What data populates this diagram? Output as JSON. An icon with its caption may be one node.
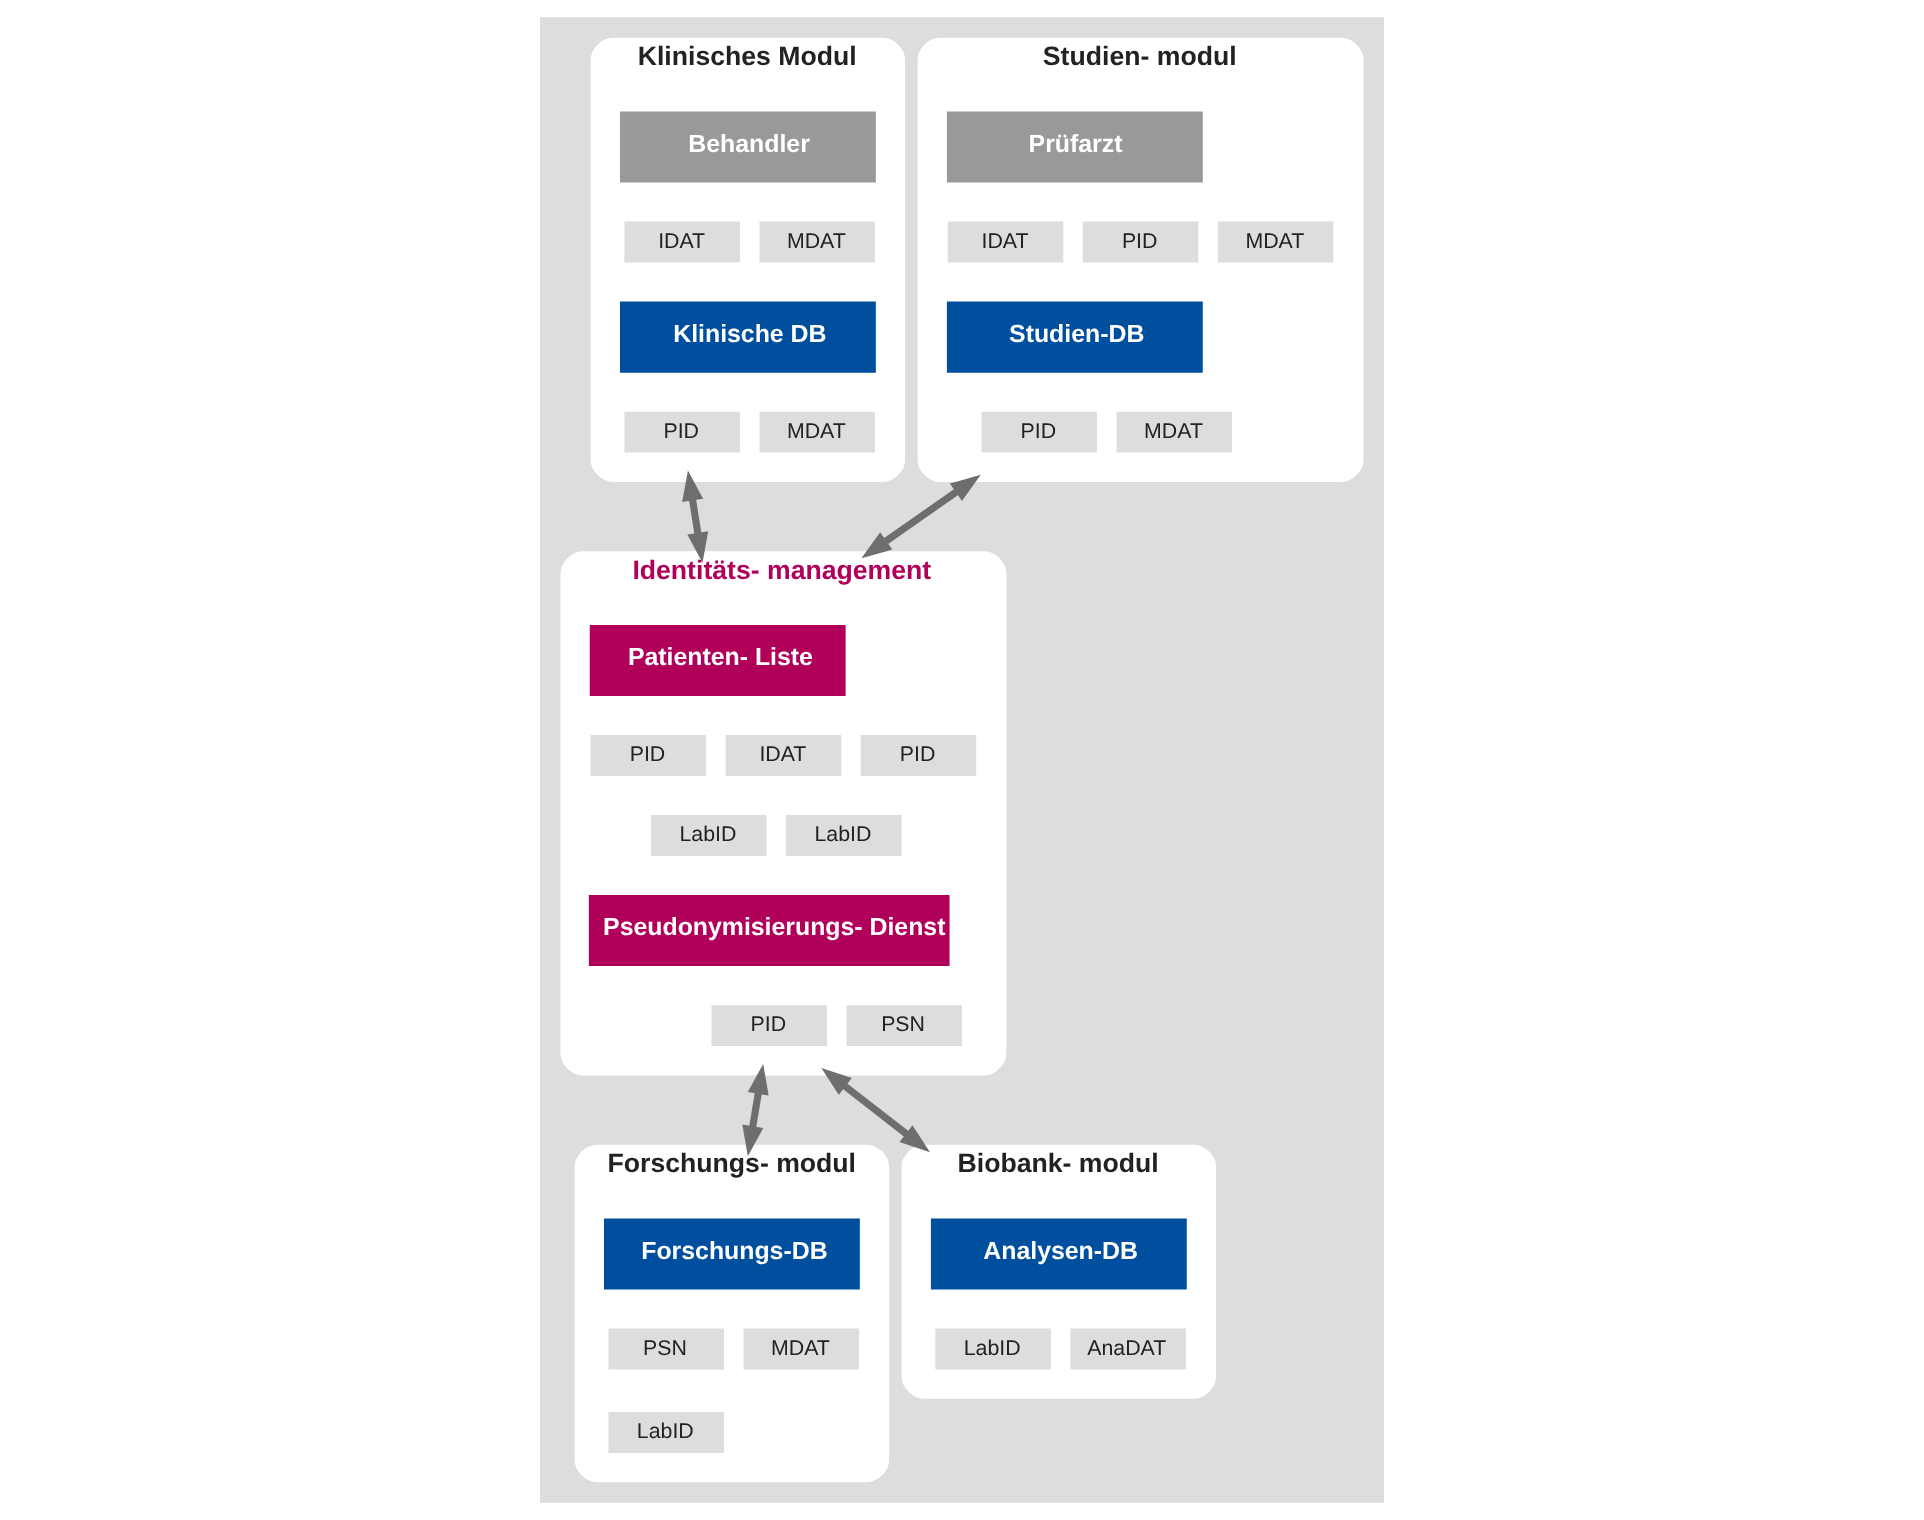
{
  "diagram": {
    "nodes": [
      {
        "text": [
          "Klinisches Modul"
        ]
      },
      {
        "text": [
          "Behandler"
        ],
        "in": 0
      },
      {
        "text": [
          "IDAT"
        ],
        "in": 0
      },
      {
        "text": [
          "MDAT"
        ],
        "in": 0
      },
      {
        "text": [
          "Klinische DB"
        ],
        "in": 0
      },
      {
        "text": [
          "PID"
        ],
        "in": 0
      },
      {
        "text": [
          "MDAT"
        ],
        "in": 0
      },
      {
        "text": [
          "Studien- modul"
        ]
      },
      {
        "text": [
          "Prüfarzt"
        ],
        "in": 7
      },
      {
        "text": [
          "IDAT"
        ],
        "in": 7
      },
      {
        "text": [
          "PID"
        ],
        "in": 7
      },
      {
        "text": [
          "MDAT"
        ],
        "in": 7
      },
      {
        "text": [
          "Studien-DB"
        ],
        "in": 7
      },
      {
        "text": [
          "PID"
        ],
        "in": 7
      },
      {
        "text": [
          "MDAT"
        ],
        "in": 7
      },
      {
        "text": [
          "Identitäts- management"
        ]
      },
      {
        "text": [
          "Patienten- Liste"
        ],
        "in": 15
      },
      {
        "text": [
          "PID"
        ],
        "in": 15
      },
      {
        "text": [
          "IDAT"
        ],
        "in": 15
      },
      {
        "text": [
          "PID"
        ],
        "in": 15
      },
      {
        "text": [
          "LabID"
        ],
        "in": 15
      },
      {
        "text": [
          "LabID"
        ],
        "in": 15
      },
      {
        "text": [
          "Pseudonymisierungs- Dienst"
        ],
        "in": 15
      },
      {
        "text": [
          "PID"
        ],
        "in": 15
      },
      {
        "text": [
          "PSN"
        ],
        "in": 15
      },
      {
        "text": [
          "Forschungs- modul"
        ]
      },
      {
        "text": [
          "Forschungs-DB"
        ],
        "in": 25
      },
      {
        "text": [
          "PSN"
        ],
        "in": 25
      },
      {
        "text": [
          "MDAT"
        ],
        "in": 25
      },
      {
        "text": [
          "LabID"
        ],
        "in": 25
      },
      {
        "text": [
          "Biobank- modul"
        ]
      },
      {
        "text": [
          "Analysen-DB"
        ],
        "in": 30
      },
      {
        "text": [
          "LabID"
        ],
        "in": 30
      },
      {
        "text": [
          "AnaDAT"
        ],
        "in": 30
      }
    ],
    "edges": [
      {
        "from": 0,
        "to": 15,
        "arrow": "both"
      },
      {
        "from": 7,
        "to": 15,
        "arrow": "both"
      },
      {
        "from": 15,
        "to": 25,
        "arrow": "both"
      },
      {
        "from": 15,
        "to": 30,
        "arrow": "both"
      }
    ]
  }
}
